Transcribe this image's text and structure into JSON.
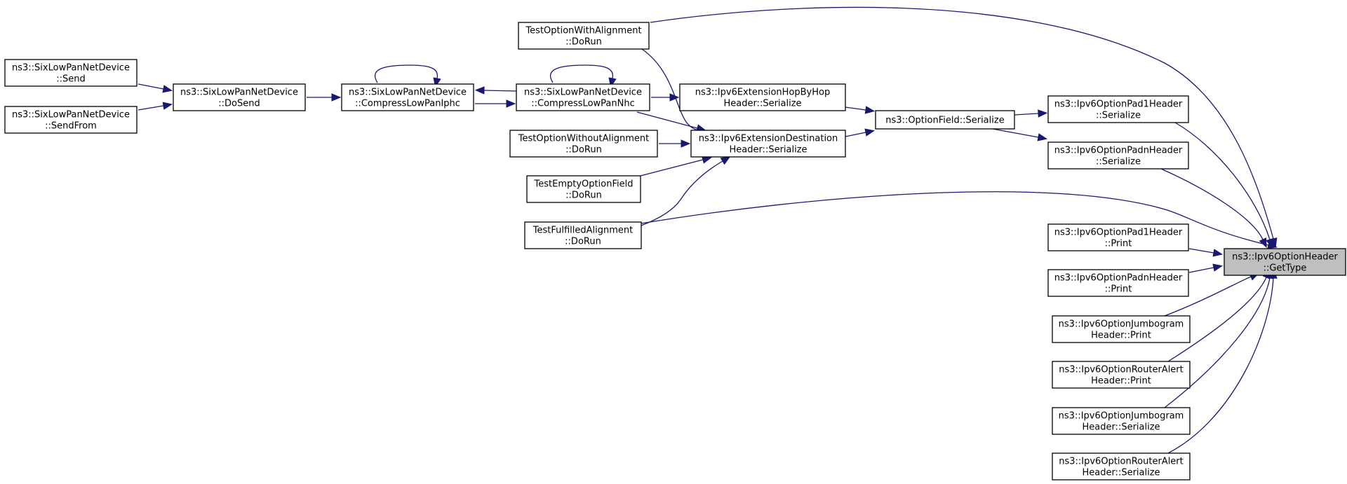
{
  "graph": {
    "edge_color": "#191970",
    "focus_fill": "#bfbfbf",
    "nodes": [
      {
        "id": "target",
        "lines": [
          "ns3::Ipv6OptionHeader",
          "::GetType"
        ],
        "focus": true
      },
      {
        "id": "twa",
        "lines": [
          "TestOptionWithAlignment",
          "::DoRun"
        ]
      },
      {
        "id": "send",
        "lines": [
          "ns3::SixLowPanNetDevice",
          "::Send"
        ]
      },
      {
        "id": "sendfrom",
        "lines": [
          "ns3::SixLowPanNetDevice",
          "::SendFrom"
        ]
      },
      {
        "id": "dosend",
        "lines": [
          "ns3::SixLowPanNetDevice",
          "::DoSend"
        ]
      },
      {
        "id": "iphc",
        "lines": [
          "ns3::SixLowPanNetDevice",
          "::CompressLowPanIphc"
        ]
      },
      {
        "id": "nhc",
        "lines": [
          "ns3::SixLowPanNetDevice",
          "::CompressLowPanNhc"
        ]
      },
      {
        "id": "hbh",
        "lines": [
          "ns3::Ipv6ExtensionHopByHop",
          "Header::Serialize"
        ]
      },
      {
        "id": "dest",
        "lines": [
          "ns3::Ipv6ExtensionDestination",
          "Header::Serialize"
        ]
      },
      {
        "id": "twoa",
        "lines": [
          "TestOptionWithoutAlignment",
          "::DoRun"
        ]
      },
      {
        "id": "teof",
        "lines": [
          "TestEmptyOptionField",
          "::DoRun"
        ]
      },
      {
        "id": "tfa",
        "lines": [
          "TestFulfilledAlignment",
          "::DoRun"
        ]
      },
      {
        "id": "optfield",
        "lines": [
          "ns3::OptionField::Serialize"
        ]
      },
      {
        "id": "pad1ser",
        "lines": [
          "ns3::Ipv6OptionPad1Header",
          "::Serialize"
        ]
      },
      {
        "id": "padnser",
        "lines": [
          "ns3::Ipv6OptionPadnHeader",
          "::Serialize"
        ]
      },
      {
        "id": "pad1print",
        "lines": [
          "ns3::Ipv6OptionPad1Header",
          "::Print"
        ]
      },
      {
        "id": "padnprint",
        "lines": [
          "ns3::Ipv6OptionPadnHeader",
          "::Print"
        ]
      },
      {
        "id": "jumboprint",
        "lines": [
          "ns3::Ipv6OptionJumbogram",
          "Header::Print"
        ]
      },
      {
        "id": "raprint",
        "lines": [
          "ns3::Ipv6OptionRouterAlert",
          "Header::Print"
        ]
      },
      {
        "id": "jumboser",
        "lines": [
          "ns3::Ipv6OptionJumbogram",
          "Header::Serialize"
        ]
      },
      {
        "id": "raser",
        "lines": [
          "ns3::Ipv6OptionRouterAlert",
          "Header::Serialize"
        ]
      }
    ],
    "edges": [
      {
        "from": "send",
        "to": "dosend"
      },
      {
        "from": "sendfrom",
        "to": "dosend"
      },
      {
        "from": "dosend",
        "to": "iphc"
      },
      {
        "from": "iphc",
        "to": "iphc"
      },
      {
        "from": "iphc",
        "to": "nhc"
      },
      {
        "from": "nhc",
        "to": "iphc"
      },
      {
        "from": "nhc",
        "to": "nhc"
      },
      {
        "from": "nhc",
        "to": "hbh"
      },
      {
        "from": "nhc",
        "to": "dest"
      },
      {
        "from": "twa",
        "to": "dest"
      },
      {
        "from": "twa",
        "to": "target"
      },
      {
        "from": "twoa",
        "to": "dest"
      },
      {
        "from": "teof",
        "to": "dest"
      },
      {
        "from": "tfa",
        "to": "dest"
      },
      {
        "from": "tfa",
        "to": "target"
      },
      {
        "from": "hbh",
        "to": "optfield"
      },
      {
        "from": "dest",
        "to": "optfield"
      },
      {
        "from": "optfield",
        "to": "pad1ser"
      },
      {
        "from": "optfield",
        "to": "padnser"
      },
      {
        "from": "pad1ser",
        "to": "target"
      },
      {
        "from": "padnser",
        "to": "target"
      },
      {
        "from": "pad1print",
        "to": "target"
      },
      {
        "from": "padnprint",
        "to": "target"
      },
      {
        "from": "jumboprint",
        "to": "target"
      },
      {
        "from": "raprint",
        "to": "target"
      },
      {
        "from": "jumboser",
        "to": "target"
      },
      {
        "from": "raser",
        "to": "target"
      }
    ]
  }
}
